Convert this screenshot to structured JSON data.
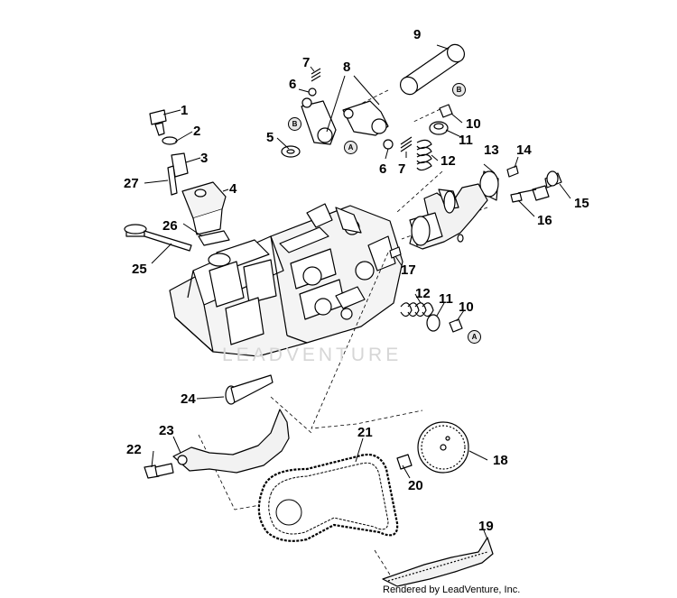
{
  "diagram": {
    "callouts": [
      {
        "id": "c1",
        "text": "1"
      },
      {
        "id": "c2",
        "text": "2"
      },
      {
        "id": "c3",
        "text": "3"
      },
      {
        "id": "c4",
        "text": "4"
      },
      {
        "id": "c5",
        "text": "5"
      },
      {
        "id": "c6a",
        "text": "6"
      },
      {
        "id": "c6b",
        "text": "6"
      },
      {
        "id": "c7a",
        "text": "7"
      },
      {
        "id": "c7b",
        "text": "7"
      },
      {
        "id": "c8",
        "text": "8"
      },
      {
        "id": "c9",
        "text": "9"
      },
      {
        "id": "c10a",
        "text": "10"
      },
      {
        "id": "c10b",
        "text": "10"
      },
      {
        "id": "c11a",
        "text": "11"
      },
      {
        "id": "c11b",
        "text": "11"
      },
      {
        "id": "c12a",
        "text": "12"
      },
      {
        "id": "c12b",
        "text": "12"
      },
      {
        "id": "c13",
        "text": "13"
      },
      {
        "id": "c14",
        "text": "14"
      },
      {
        "id": "c15",
        "text": "15"
      },
      {
        "id": "c16",
        "text": "16"
      },
      {
        "id": "c17",
        "text": "17"
      },
      {
        "id": "c18",
        "text": "18"
      },
      {
        "id": "c19",
        "text": "19"
      },
      {
        "id": "c20",
        "text": "20"
      },
      {
        "id": "c21",
        "text": "21"
      },
      {
        "id": "c22",
        "text": "22"
      },
      {
        "id": "c23",
        "text": "23"
      },
      {
        "id": "c24",
        "text": "24"
      },
      {
        "id": "c25",
        "text": "25"
      },
      {
        "id": "c26",
        "text": "26"
      },
      {
        "id": "c27",
        "text": "27"
      }
    ],
    "reference_tags": {
      "a": "A",
      "b": "B"
    }
  },
  "watermark": "LEADVENTURE",
  "credit": "Rendered by LeadVenture, Inc."
}
